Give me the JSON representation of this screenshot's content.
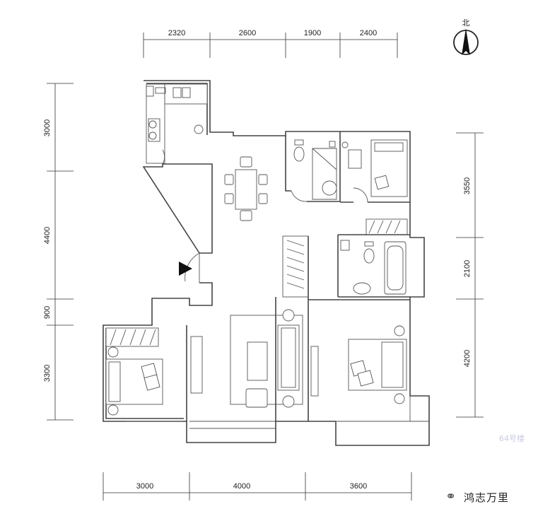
{
  "compass": {
    "label": "北",
    "icon": "north-arrow-icon"
  },
  "dimensions": {
    "top": [
      "2320",
      "2600",
      "1900",
      "2400"
    ],
    "left": [
      "3000",
      "4400",
      "900",
      "3300"
    ],
    "right": [
      "3550",
      "2100",
      "4200"
    ],
    "bottom": [
      "3000",
      "4000",
      "3600"
    ]
  },
  "watermark": {
    "text": "鸿志万里",
    "icon": "wechat-icon"
  },
  "building_label": "64号楼"
}
